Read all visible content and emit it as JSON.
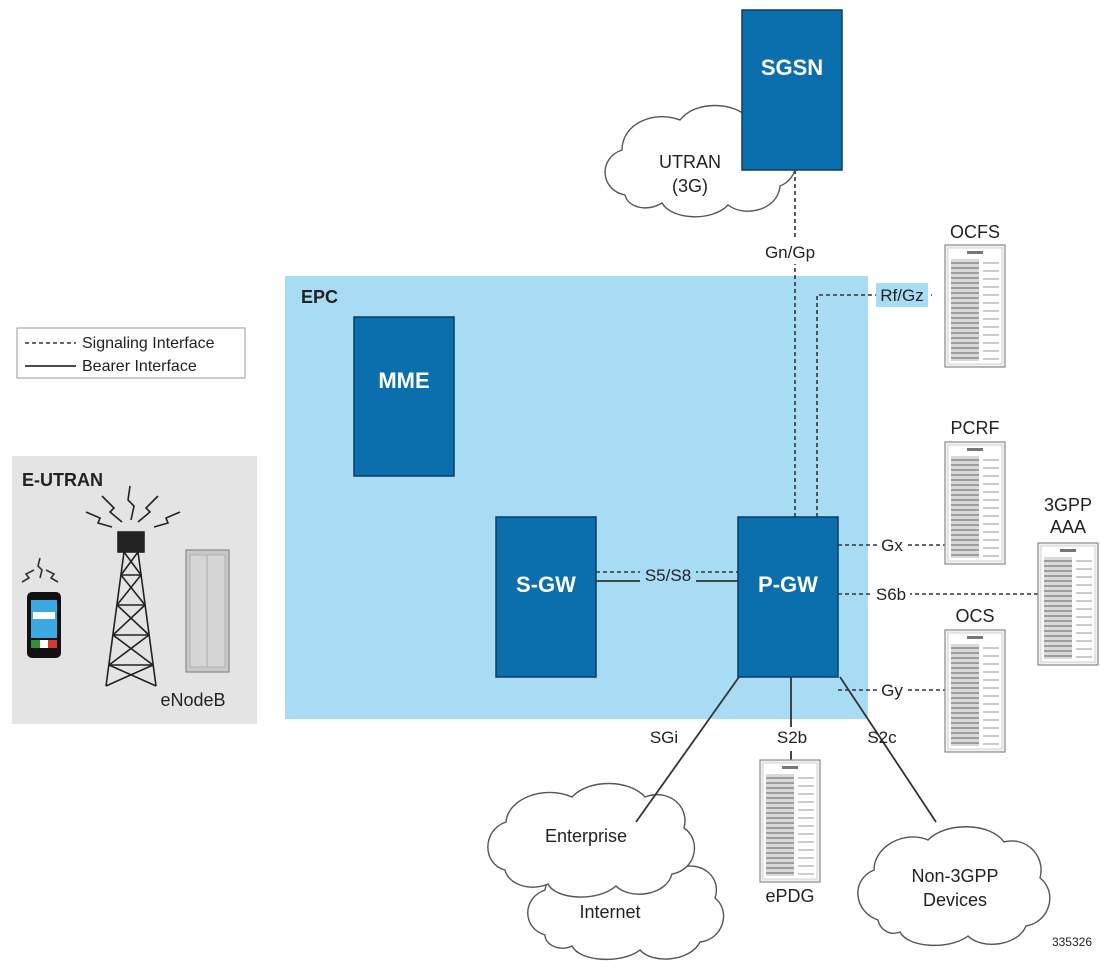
{
  "legend": {
    "signaling": "Signaling Interface",
    "bearer": "Bearer Interface"
  },
  "regions": {
    "epc": "EPC",
    "eutran": "E-UTRAN"
  },
  "nodes": {
    "sgsn": "SGSN",
    "mme": "MME",
    "sgw": "S-GW",
    "pgw": "P-GW",
    "ocfs": "OCFS",
    "pcrf": "PCRF",
    "aaa_line1": "3GPP",
    "aaa_line2": "AAA",
    "ocs": "OCS",
    "epdg": "ePDG",
    "enodeb": "eNodeB"
  },
  "clouds": {
    "utran_line1": "UTRAN",
    "utran_line2": "(3G)",
    "enterprise": "Enterprise",
    "internet": "Internet",
    "non3gpp_line1": "Non-3GPP",
    "non3gpp_line2": "Devices"
  },
  "interfaces": {
    "gn_gp": "Gn/Gp",
    "rf_gz": "Rf/Gz",
    "gx": "Gx",
    "s6b": "S6b",
    "gy": "Gy",
    "s5_s8": "S5/S8",
    "sgi": "SGi",
    "s2b": "S2b",
    "s2c": "S2c"
  },
  "figure_id": "335326",
  "colors": {
    "node_fill": "#0b6ead",
    "epc_fill": "#a8dcf5",
    "eutran_fill": "#e4e4e4"
  }
}
